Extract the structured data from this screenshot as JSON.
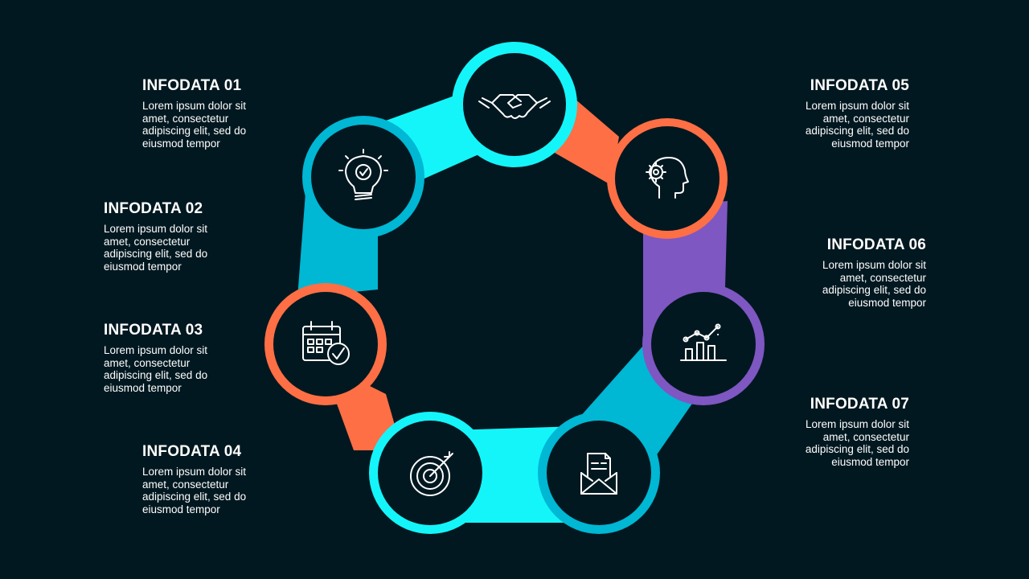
{
  "colors": {
    "background": "#021820",
    "cyan": "#14F5FA",
    "teal": "#00B7D4",
    "orange": "#FF6F45",
    "purple": "#7E57C2",
    "hub": "#021820",
    "icon": "#ffffff"
  },
  "items": [
    {
      "title": "INFODATA  01",
      "body": "Lorem ipsum dolor sit amet, consectetur adipiscing elit, sed do eiusmod tempor",
      "icon": "lightbulb-icon",
      "color": "teal"
    },
    {
      "title": "INFODATA  02",
      "body": "Lorem ipsum dolor sit amet, consectetur adipiscing elit, sed do eiusmod tempor",
      "icon": "calendar-icon",
      "color": "orange"
    },
    {
      "title": "INFODATA  03",
      "body": "Lorem ipsum dolor sit amet, consectetur adipiscing elit, sed do eiusmod tempor",
      "icon": "target-icon",
      "color": "cyan"
    },
    {
      "title": "INFODATA  04",
      "body": "Lorem ipsum dolor sit amet, consectetur adipiscing elit, sed do eiusmod tempor",
      "icon": "envelope-icon",
      "color": "teal"
    },
    {
      "title": "INFODATA  05",
      "body": "Lorem ipsum dolor sit amet, consectetur adipiscing elit, sed do eiusmod tempor",
      "icon": "handshake-icon",
      "color": "cyan"
    },
    {
      "title": "INFODATA  06",
      "body": "Lorem ipsum dolor sit amet, consectetur adipiscing elit, sed do eiusmod tempor",
      "icon": "head-gear-icon",
      "color": "orange"
    },
    {
      "title": "INFODATA  07",
      "body": "Lorem ipsum dolor sit amet, consectetur adipiscing elit, sed do eiusmod tempor",
      "icon": "growth-chart-icon",
      "color": "purple"
    }
  ]
}
